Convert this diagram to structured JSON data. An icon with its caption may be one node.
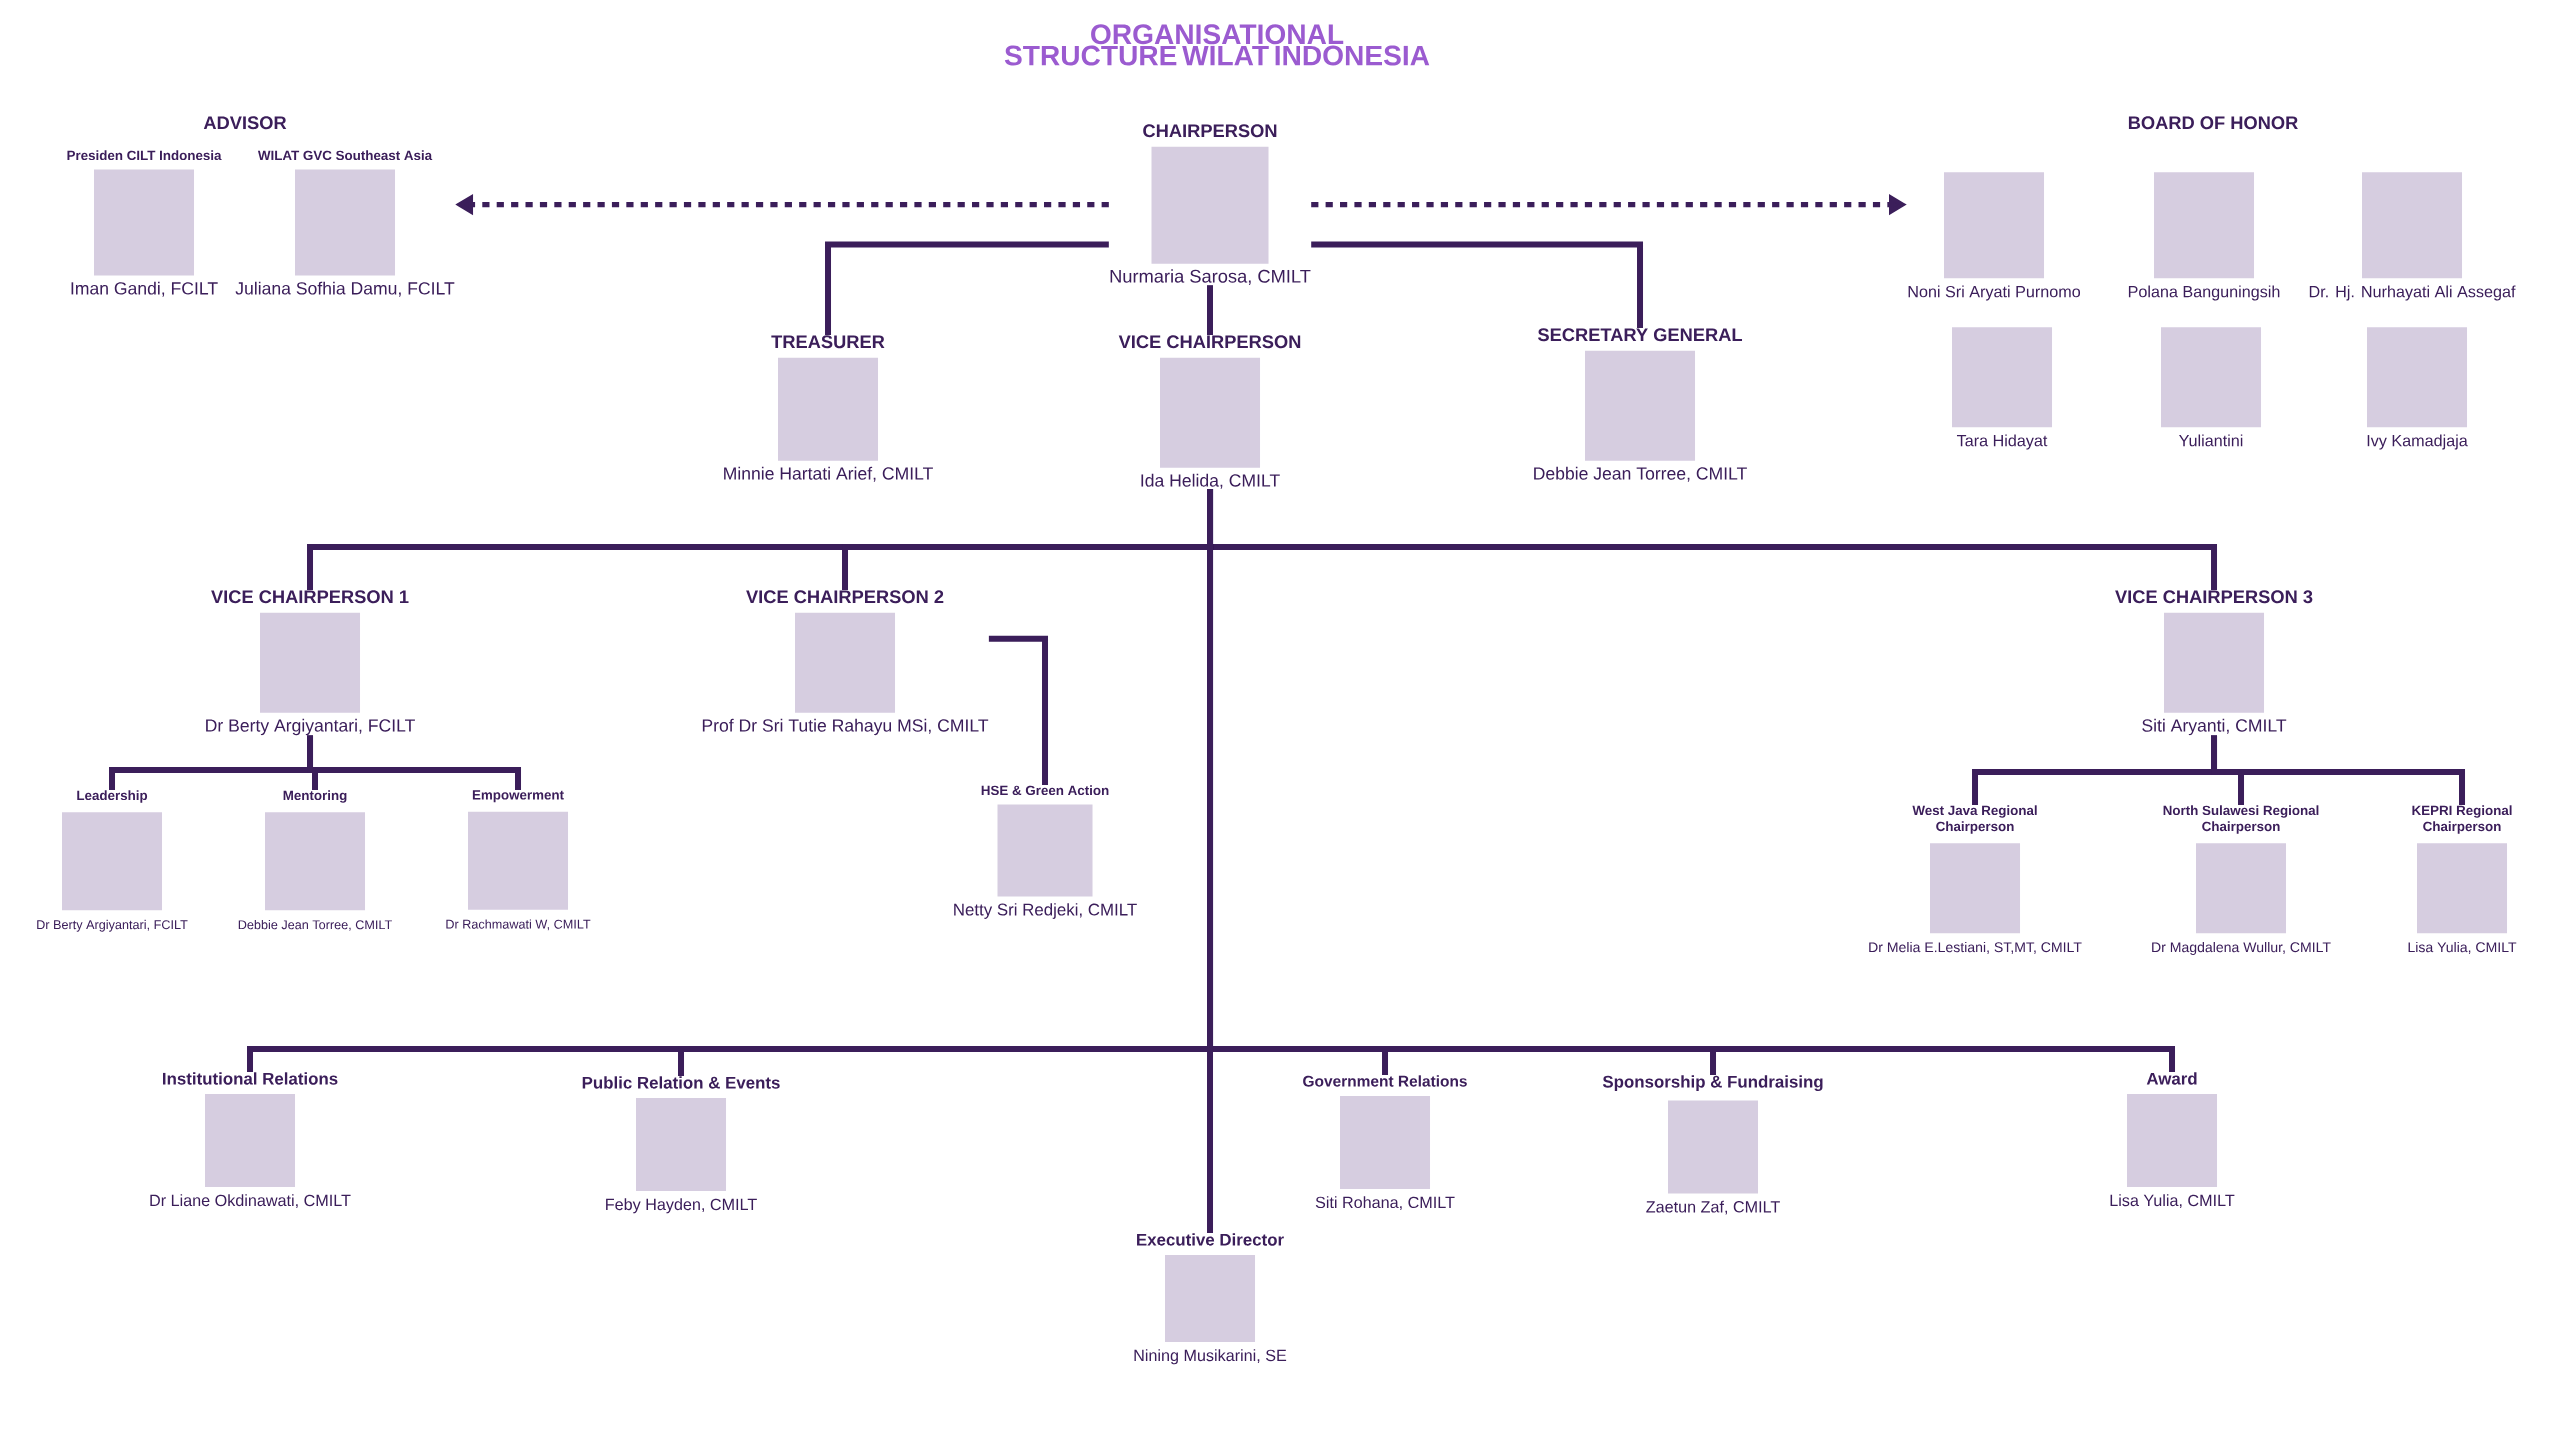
{
  "diagram": {
    "title": "ORGANISATIONAL STRUCTURE WILAT INDONESIA",
    "nodes": [
      {
        "text": [
          "CHAIRPERSON",
          "Nurmaria Sarosa, CMILT"
        ]
      },
      {
        "text": [
          "Presiden CILT Indonesia",
          "Iman Gandi, FCILT"
        ]
      },
      {
        "text": [
          "WILAT GVC Southeast Asia",
          "Juliana Sofhia Damu, FCILT"
        ]
      },
      {
        "text": [
          "Noni Sri Aryati Purnomo"
        ]
      },
      {
        "text": [
          "Polana Banguningsih"
        ]
      },
      {
        "text": [
          "Dr. Hj. Nurhayati Ali Assegaf"
        ]
      },
      {
        "text": [
          "Tara Hidayat"
        ]
      },
      {
        "text": [
          "Yuliantini"
        ]
      },
      {
        "text": [
          "Ivy Kamadjaja"
        ]
      },
      {
        "text": [
          "TREASURER",
          "Minnie Hartati Arief, CMILT"
        ]
      },
      {
        "text": [
          "VICE CHAIRPERSON",
          "Ida Helida, CMILT"
        ]
      },
      {
        "text": [
          "SECRETARY GENERAL",
          "Debbie Jean Torree, CMILT"
        ]
      },
      {
        "text": [
          "VICE CHAIRPERSON  1",
          "Dr Berty Argiyantari, FCILT"
        ]
      },
      {
        "text": [
          "VICE CHAIRPERSON 2",
          "Prof Dr Sri Tutie Rahayu MSi, CMILT"
        ]
      },
      {
        "text": [
          "VICE CHAIRPERSON 3",
          "Siti Aryanti, CMILT"
        ]
      },
      {
        "text": [
          "Leadership",
          "Dr Berty Argiyantari, FCILT"
        ]
      },
      {
        "text": [
          "Mentoring",
          "Debbie Jean Torree, CMILT"
        ]
      },
      {
        "text": [
          "Empowerment",
          "Dr Rachmawati W, CMILT"
        ]
      },
      {
        "text": [
          "HSE & Green Action",
          "Netty Sri Redjeki, CMILT"
        ]
      },
      {
        "text": [
          "West Java Regional Chairperson",
          "Dr Melia E.Lestiani, ST,MT, CMILT"
        ]
      },
      {
        "text": [
          "North Sulawesi Regional Chairperson",
          "Dr Magdalena Wullur, CMILT"
        ]
      },
      {
        "text": [
          "KEPRI Regional Chairperson",
          "Lisa Yulia, CMILT"
        ]
      },
      {
        "text": [
          "Institutional Relations",
          "Dr Liane Okdinawati, CMILT"
        ]
      },
      {
        "text": [
          "Public Relation & Events",
          "Feby Hayden, CMILT"
        ]
      },
      {
        "text": [
          "Government Relations",
          "Siti Rohana, CMILT"
        ]
      },
      {
        "text": [
          "Sponsorship & Fundraising",
          "Zaetun Zaf, CMILT"
        ]
      },
      {
        "text": [
          "Award",
          "Lisa Yulia, CMILT"
        ]
      },
      {
        "text": [
          "Executive Director",
          "Nining Musikarini, SE"
        ]
      }
    ],
    "edges": [
      {
        "from": 0,
        "to": 2,
        "arrow": "to",
        "style": "dashed"
      },
      {
        "from": 0,
        "to": 3,
        "arrow": "to",
        "style": "dashed"
      },
      {
        "from": 0,
        "to": 9,
        "arrow": "none"
      },
      {
        "from": 0,
        "to": 10,
        "arrow": "none"
      },
      {
        "from": 0,
        "to": 11,
        "arrow": "none"
      },
      {
        "from": 10,
        "to": 12,
        "arrow": "none"
      },
      {
        "from": 10,
        "to": 13,
        "arrow": "none"
      },
      {
        "from": 10,
        "to": 14,
        "arrow": "none"
      },
      {
        "from": 12,
        "to": 15,
        "arrow": "none"
      },
      {
        "from": 12,
        "to": 16,
        "arrow": "none"
      },
      {
        "from": 12,
        "to": 17,
        "arrow": "none"
      },
      {
        "from": 13,
        "to": 18,
        "arrow": "none"
      },
      {
        "from": 14,
        "to": 19,
        "arrow": "none"
      },
      {
        "from": 14,
        "to": 20,
        "arrow": "none"
      },
      {
        "from": 14,
        "to": 21,
        "arrow": "none"
      },
      {
        "from": 10,
        "to": 22,
        "arrow": "none"
      },
      {
        "from": 10,
        "to": 23,
        "arrow": "none"
      },
      {
        "from": 10,
        "to": 24,
        "arrow": "none"
      },
      {
        "from": 10,
        "to": 25,
        "arrow": "none"
      },
      {
        "from": 10,
        "to": 26,
        "arrow": "none"
      },
      {
        "from": 10,
        "to": 27,
        "arrow": "none"
      }
    ],
    "labels": [
      "ADVISOR",
      "BOARD OF HONOR"
    ]
  }
}
